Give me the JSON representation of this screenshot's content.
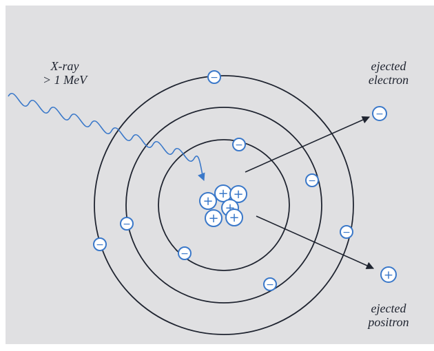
{
  "labels": {
    "xray_line1": "X-ray",
    "xray_line2": "> 1 MeV",
    "electron_line1": "ejected",
    "electron_line2": "electron",
    "positron_line1": "ejected",
    "positron_line2": "positron"
  },
  "particles": {
    "electron_symbol": "−",
    "proton_symbol": "+"
  },
  "colors": {
    "background": "#e0e0e2",
    "orbit": "#1f2430",
    "particle_stroke": "#3a78c9",
    "particle_fill": "#ffffff",
    "xray_wave": "#3a78c9",
    "arrow": "#1f2430"
  }
}
